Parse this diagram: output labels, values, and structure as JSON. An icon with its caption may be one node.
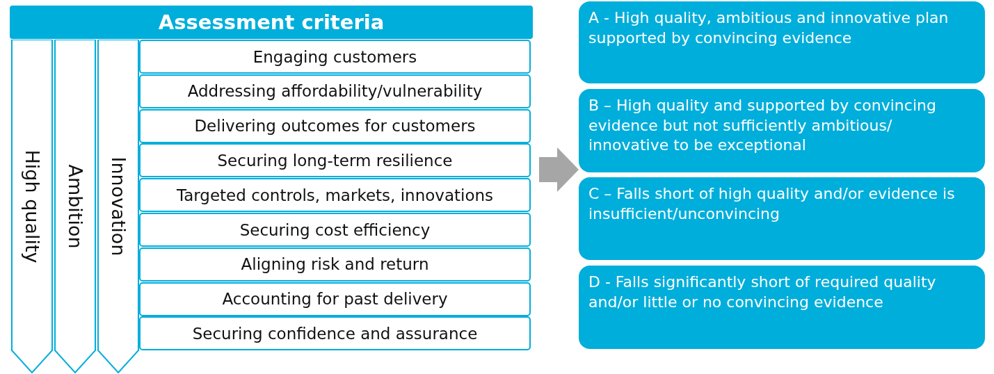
{
  "diagram": {
    "nodes": [
      {
        "text": [
          "Assessment criteria"
        ]
      },
      {
        "text": [
          "High quality"
        ]
      },
      {
        "text": [
          "Ambition"
        ]
      },
      {
        "text": [
          "Innovation"
        ]
      },
      {
        "text": [
          "Engaging customers"
        ]
      },
      {
        "text": [
          "Addressing affordability/vulnerability"
        ]
      },
      {
        "text": [
          "Delivering outcomes for customers"
        ]
      },
      {
        "text": [
          "Securing long-term resilience"
        ]
      },
      {
        "text": [
          "Targeted controls, markets, innovations"
        ]
      },
      {
        "text": [
          "Securing cost efficiency"
        ]
      },
      {
        "text": [
          "Aligning risk and return"
        ]
      },
      {
        "text": [
          "Accounting for past delivery"
        ]
      },
      {
        "text": [
          "Securing confidence and assurance"
        ]
      },
      {
        "text": [
          "A - High quality, ambitious and innovative plan supported by convincing evidence"
        ]
      },
      {
        "text": [
          "B – High quality and supported by convincing evidence but not sufficiently ambitious/ innovative to be exceptional"
        ]
      },
      {
        "text": [
          "C – Falls short of high quality and/or evidence is insufficient/unconvincing"
        ]
      },
      {
        "text": [
          "D - Falls significantly short of required quality and/or little or no convincing evidence"
        ]
      }
    ],
    "edges": [
      {
        "from": null,
        "to": 14,
        "arrow": "to"
      }
    ]
  }
}
